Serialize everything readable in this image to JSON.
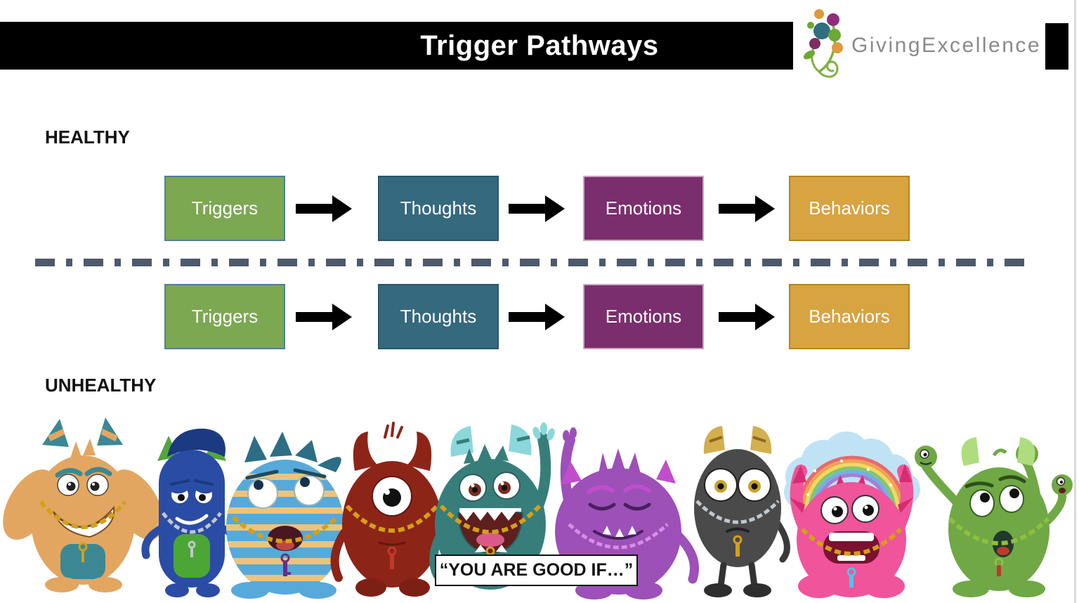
{
  "header": {
    "title": "Trigger Pathways",
    "logo_text": "GivingExcellence"
  },
  "pathways": {
    "healthy_label": "HEALTHY",
    "unhealthy_label": "UNHEALTHY",
    "steps": [
      "Triggers",
      "Thoughts",
      "Emotions",
      "Behaviors"
    ]
  },
  "caption": "“YOU ARE GOOD IF…”",
  "monsters": [
    {
      "name": "tan-muscular-monster"
    },
    {
      "name": "blue-beret-monster"
    },
    {
      "name": "blue-striped-monster"
    },
    {
      "name": "red-cyclops-monster"
    },
    {
      "name": "teal-furry-monster"
    },
    {
      "name": "purple-content-monster"
    },
    {
      "name": "gray-wide-eyed-monster"
    },
    {
      "name": "pink-rainbow-monster"
    },
    {
      "name": "green-multi-eye-monster"
    }
  ],
  "colors": {
    "title_bar": "#000000",
    "title_text": "#ffffff",
    "logo_text": "#8a8a8a",
    "label_text": "#111111",
    "box_text": "#ffffff",
    "triggers_fill": "#7ca851",
    "triggers_border": "#4e7f96",
    "thoughts_fill": "#34697e",
    "thoughts_border": "#27566a",
    "emotions_fill": "#7b2e6d",
    "emotions_border": "#c9a4c0",
    "behaviors_fill": "#d8a341",
    "behaviors_border": "#b5831f",
    "arrow": "#000000",
    "divider": "#4d5a6c",
    "caption_bg": "#ffffff",
    "caption_border": "#111111",
    "gold": "#d4a017",
    "silver": "#c0c7ce",
    "m1_body": "#e3a661",
    "m1_accent": "#3b8894",
    "m2_body": "#2b4ca4",
    "m2_hair": "#1b3a80",
    "m2_horn": "#53a63b",
    "m2_patch": "#4ca635",
    "m3_body": "#57a9d9",
    "m3_stripe": "#e9c47f",
    "m3_spike": "#2d6e86",
    "m4_body": "#8d2418",
    "m5_body": "#377e7b",
    "m5_horn": "#8bd7db",
    "m6_body": "#9c50b8",
    "m6_accent": "#c04ecc",
    "m7_body": "#4a4a4a",
    "m7_horn": "#d4af4f",
    "m8_body": "#f0549b",
    "m8_spike": "#d92b72",
    "m8_cloud": "#bfe3f5",
    "m9_body": "#6fa845",
    "m9_horn": "#aedc7e"
  }
}
